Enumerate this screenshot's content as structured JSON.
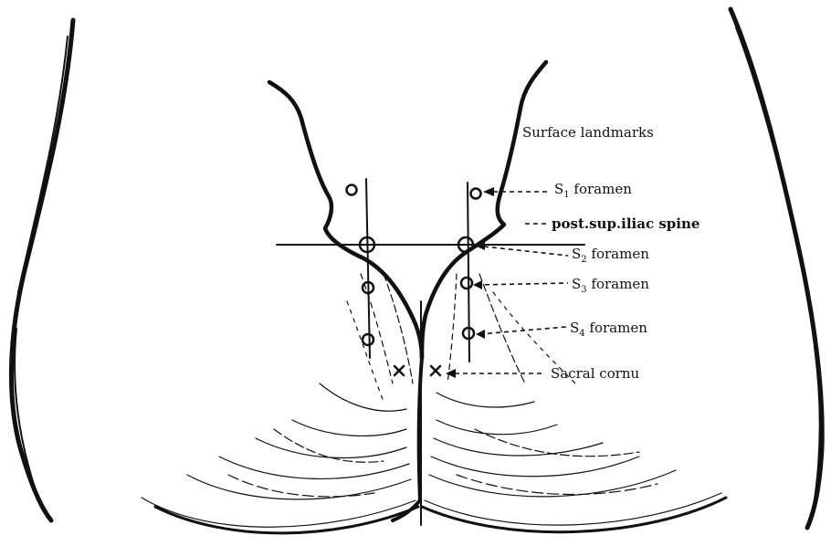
{
  "diagram": {
    "heading": "Surface landmarks",
    "labels": {
      "s1": {
        "letter": "S",
        "sub": "1",
        "rest": " foramen"
      },
      "psis": {
        "text": "post.sup.iliac spine"
      },
      "s2": {
        "letter": "S",
        "sub": "2",
        "rest": " foramen"
      },
      "s3": {
        "letter": "S",
        "sub": "3",
        "rest": " foramen"
      },
      "s4": {
        "letter": "S",
        "sub": "4",
        "rest": " foramen"
      },
      "cornu": {
        "text": "Sacral cornu"
      }
    },
    "colors": {
      "ink": "#111111",
      "background": "#ffffff"
    }
  }
}
